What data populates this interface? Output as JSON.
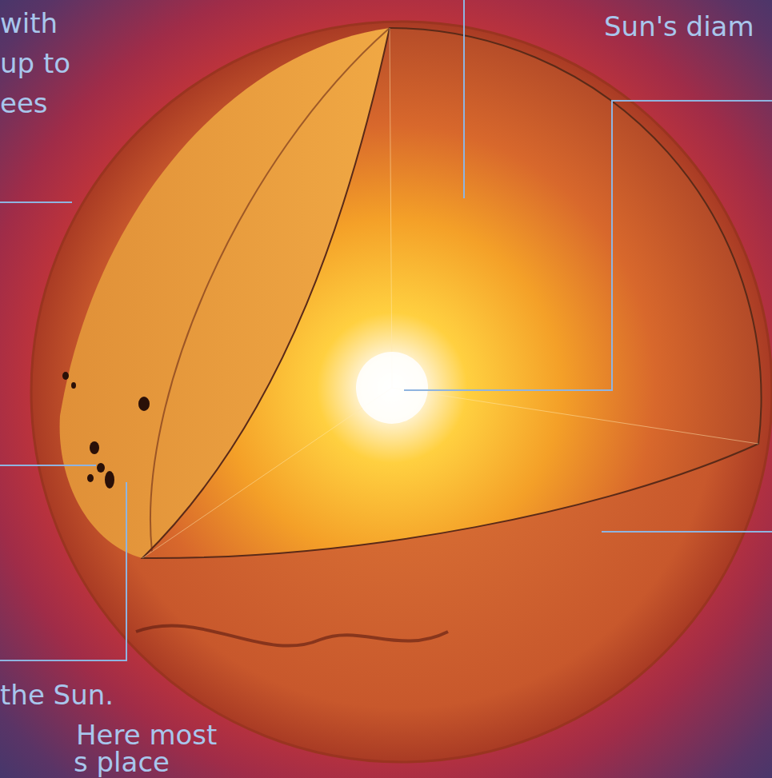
{
  "diagram": {
    "labels": [
      "with",
      "up to",
      "ees",
      "Sun's diam",
      "the Sun.",
      "Here most",
      "s place"
    ]
  }
}
